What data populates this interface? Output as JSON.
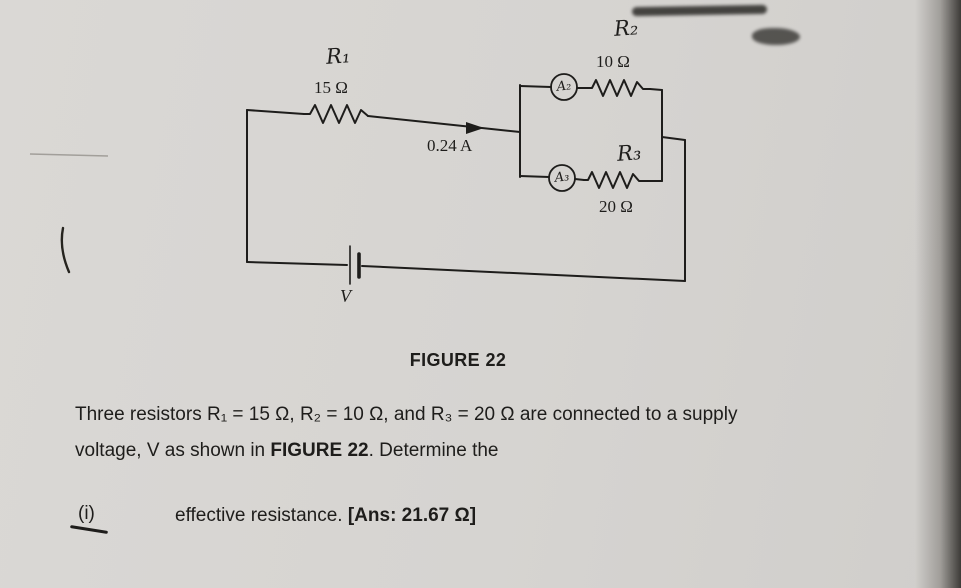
{
  "figure": {
    "r1_label": "R₁",
    "r1_value": "15 Ω",
    "current_label": "0.24 A",
    "r2_label": "R₂",
    "r2_value": "10 Ω",
    "ammeter2_label": "A₂",
    "r3_label": "R₃",
    "r3_value": "20 Ω",
    "ammeter3_label": "A₃",
    "battery_label": "V",
    "caption": "FIGURE 22"
  },
  "problem": {
    "line1": "Three resistors R₁ = 15 Ω, R₂ = 10 Ω, and R₃ = 20 Ω are connected to a supply",
    "line2_pre": "voltage, V as shown in ",
    "line2_figure_ref": "FIGURE 22",
    "line2_post": ". Determine the",
    "item_i": {
      "label": "(i)",
      "text": "effective resistance. ",
      "answer": "[Ans: 21.67 Ω]"
    }
  },
  "colors": {
    "paper": "#d6d4d1",
    "ink": "#1e1d1b"
  }
}
